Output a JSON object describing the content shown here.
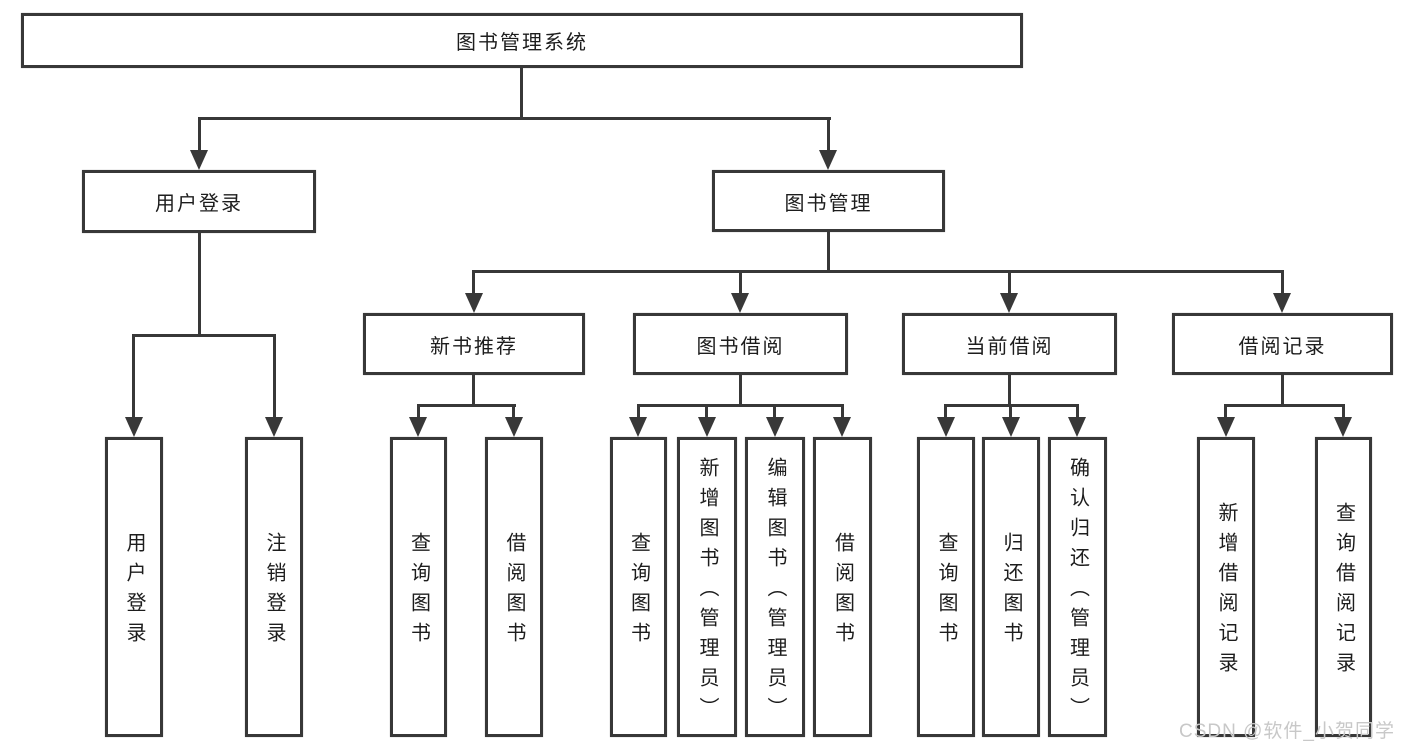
{
  "nodes": {
    "root": "图书管理系统",
    "level2": [
      "用户登录",
      "图书管理"
    ],
    "level3": [
      "新书推荐",
      "图书借阅",
      "当前借阅",
      "借阅记录"
    ],
    "leaves": {
      "login": [
        "用户登录",
        "注销登录"
      ],
      "recommend": [
        "查询图书",
        "借阅图书"
      ],
      "borrow": [
        "查询图书",
        "新增图书（管理员）",
        "编辑图书（管理员）",
        "借阅图书"
      ],
      "current": [
        "查询图书",
        "归还图书",
        "确认归还（管理员）"
      ],
      "records": [
        "新增借阅记录",
        "查询借阅记录"
      ]
    }
  },
  "watermark": "CSDN @软件_小贺同学",
  "colors": {
    "line": "#383838",
    "text": "#1d1d1d",
    "watermark": "#c8c8c8",
    "background": "#ffffff"
  }
}
